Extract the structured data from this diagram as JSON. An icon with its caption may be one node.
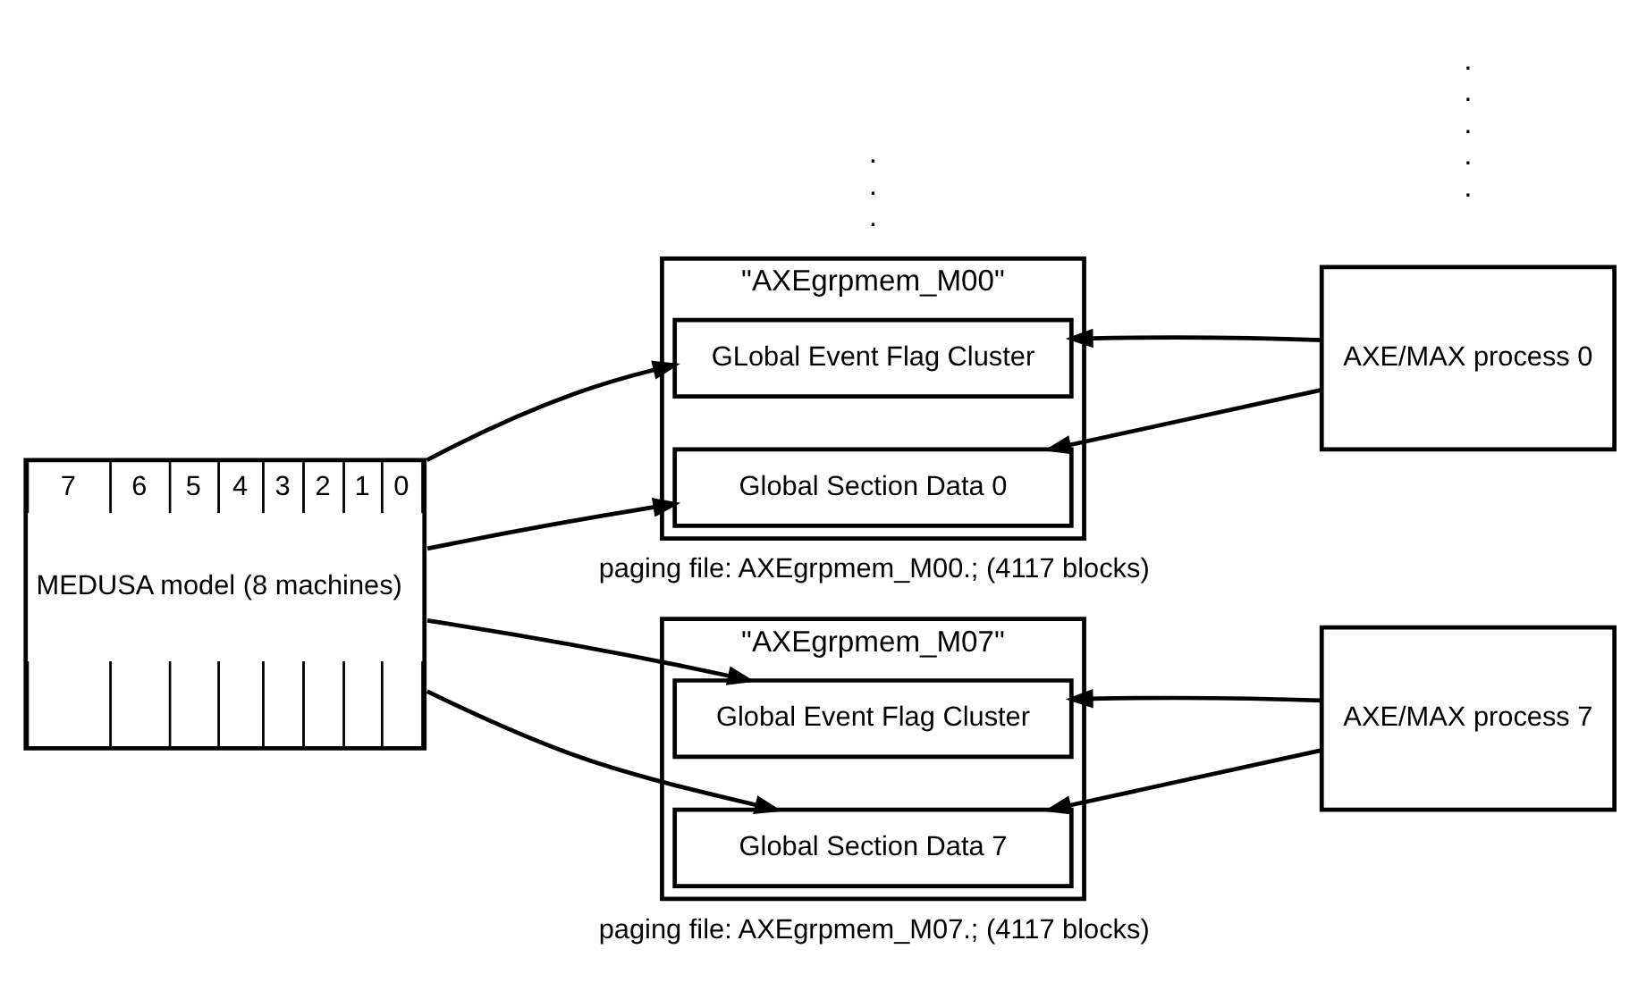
{
  "diagram": {
    "nodes": [
      {
        "text": [
          "\"AXEgrpmem_M00\""
        ],
        "beside": [
          "paging file: AXEgrpmem_M00.; (4117 blocks)"
        ]
      },
      {
        "text": [
          "GLobal Event Flag Cluster"
        ],
        "in": 0
      },
      {
        "text": [
          "Global Section Data 0"
        ],
        "in": 0
      },
      {
        "text": [
          "AXE/MAX process 0"
        ]
      },
      {
        "text": [
          "7",
          "6",
          "5",
          "4",
          "3",
          "2",
          "1",
          "0",
          "MEDUSA model (8 machines)"
        ]
      },
      {
        "text": [
          "\"AXEgrpmem_M07\""
        ],
        "beside": [
          "paging file: AXEgrpmem_M07.; (4117 blocks)"
        ]
      },
      {
        "text": [
          "Global Event Flag Cluster"
        ],
        "in": 5
      },
      {
        "text": [
          "Global Section Data 7"
        ],
        "in": 5
      },
      {
        "text": [
          "AXE/MAX process 7"
        ]
      }
    ],
    "edges": [
      {
        "from": 4,
        "to": 1,
        "arrow": "to"
      },
      {
        "from": 4,
        "to": 2,
        "arrow": "to"
      },
      {
        "from": 4,
        "to": 6,
        "arrow": "to"
      },
      {
        "from": 4,
        "to": 7,
        "arrow": "to"
      },
      {
        "from": 3,
        "to": 1,
        "arrow": "to"
      },
      {
        "from": 3,
        "to": 2,
        "arrow": "to"
      },
      {
        "from": 8,
        "to": 6,
        "arrow": "to"
      },
      {
        "from": 8,
        "to": 7,
        "arrow": "to"
      }
    ],
    "labels": [
      "...",
      "....."
    ]
  }
}
